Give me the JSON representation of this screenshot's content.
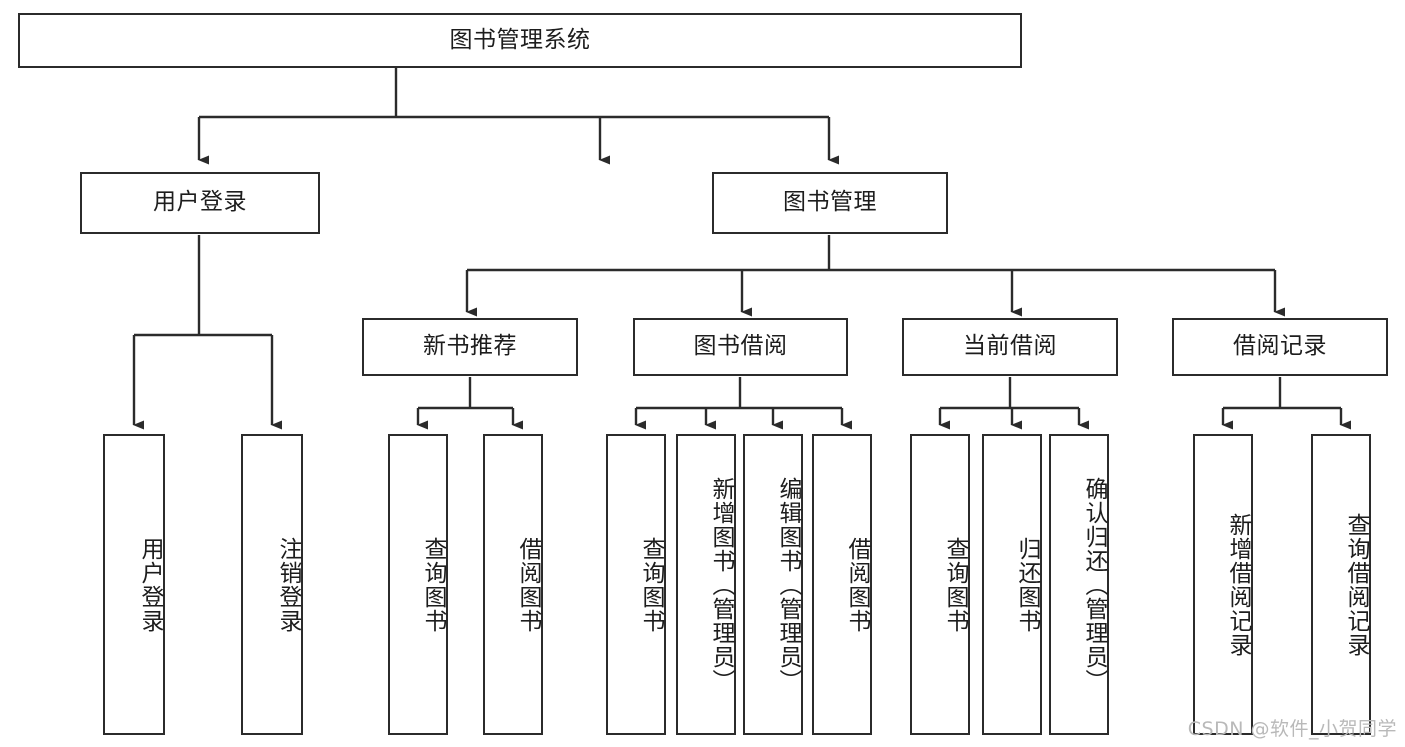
{
  "diagram": {
    "title": "图书管理系统",
    "watermark": "CSDN @软件_小贺同学",
    "stroke_color": "#2b2b2b",
    "text_color": "#1d1d1d",
    "background_color": "#ffffff",
    "watermark_color": "#b9b9b9"
  },
  "nodes": {
    "root": {
      "label": "图书管理系统"
    },
    "level2": [
      {
        "label": "用户登录"
      },
      {
        "label": "图书管理"
      }
    ],
    "level3": [
      {
        "label": "新书推荐"
      },
      {
        "label": "图书借阅"
      },
      {
        "label": "当前借阅"
      },
      {
        "label": "借阅记录"
      }
    ],
    "leaves": {
      "user_login": [
        {
          "label": "用户登录"
        },
        {
          "label": "注销登录"
        }
      ],
      "new_book_recommend": [
        {
          "label": "查询图书"
        },
        {
          "label": "借阅图书"
        }
      ],
      "book_borrow": [
        {
          "label": "查询图书"
        },
        {
          "label": "新增图书（管理员）"
        },
        {
          "label": "编辑图书（管理员）"
        },
        {
          "label": "借阅图书"
        }
      ],
      "current_borrow": [
        {
          "label": "查询图书"
        },
        {
          "label": "归还图书"
        },
        {
          "label": "确认归还（管理员）"
        }
      ],
      "borrow_record": [
        {
          "label": "新增借阅记录"
        },
        {
          "label": "查询借阅记录"
        }
      ]
    }
  }
}
